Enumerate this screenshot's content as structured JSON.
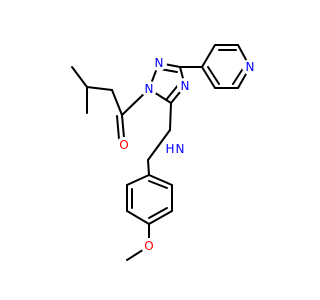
{
  "molecule": {
    "labels": {
      "n1": "N",
      "n2": "N",
      "n4": "N",
      "n_pyridine": "N",
      "nh": "N",
      "nh_h": "H",
      "o_carbonyl": "O",
      "o_methoxy": "O"
    },
    "colors": {
      "bond": "#000000",
      "nitrogen": "#0000ff",
      "oxygen": "#ff0000"
    }
  }
}
